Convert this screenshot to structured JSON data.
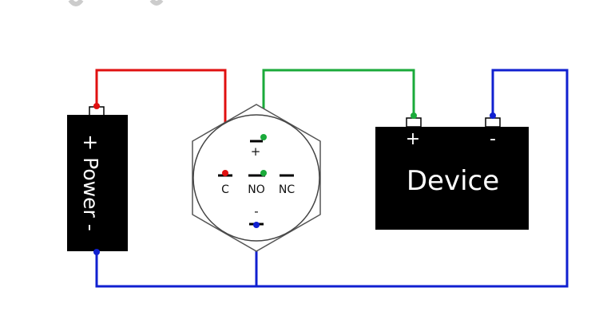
{
  "power": {
    "label": "+ Power -",
    "plus": "+",
    "minus": "-"
  },
  "switch": {
    "terminal_c": "C",
    "terminal_no": "NO",
    "terminal_nc": "NC",
    "led_plus": "+",
    "led_minus": "-"
  },
  "device": {
    "label": "Device",
    "plus": "+",
    "minus": "-"
  },
  "colors": {
    "red_wire": "#e01010",
    "green_wire": "#1aaa3a",
    "blue_wire": "#1020d0",
    "component_fill": "#000000"
  }
}
